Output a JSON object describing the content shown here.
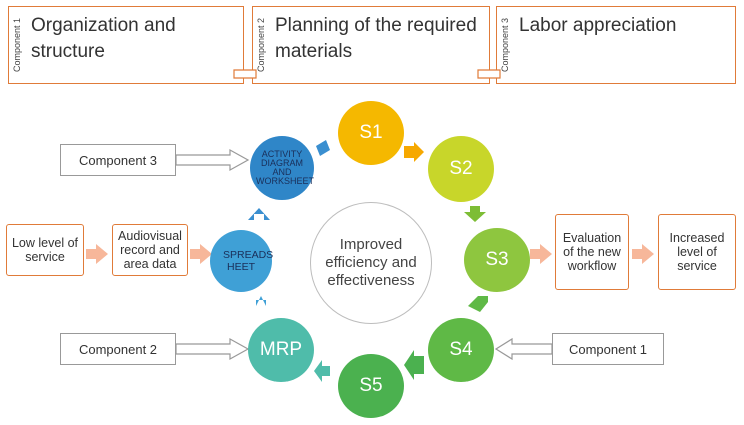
{
  "components_top": [
    {
      "tag": "Component 1",
      "title": "Organization and structure"
    },
    {
      "tag": "Component 2",
      "title": "Planning of the required materials"
    },
    {
      "tag": "Component 3",
      "title": "Labor appreciation"
    }
  ],
  "cycle": {
    "center": "Improved efficiency and effectiveness",
    "nodes": {
      "s1": "S1",
      "s2": "S2",
      "s3": "S3",
      "s4": "S4",
      "s5": "S5",
      "mrp": "MRP",
      "spreadsheet": "SPREADS HEET",
      "activity": "ACTIVITY DIAGRAM AND WORKSHEET"
    }
  },
  "left_flow": {
    "start": "Low level of service",
    "input": "Audiovisual record and area data"
  },
  "right_flow": {
    "evaluation": "Evaluation of the new workflow",
    "result": "Increased level of service"
  },
  "component_callouts": {
    "top_left": "Component 3",
    "bottom_left": "Component 2",
    "bottom_right": "Component 1"
  },
  "colors": {
    "orange_border": "#e07b39",
    "s1": "#f5b800",
    "s2": "#c8d62a",
    "s3": "#8ec63f",
    "s4": "#5fb946",
    "s5": "#4bb14f",
    "mrp": "#4fbcaa",
    "spreadsheet": "#3fa0d6",
    "activity": "#2f86c8",
    "arrow_orange": "#f6a800",
    "arrow_green": "#7dbd35",
    "arrow_blue": "#3a8fd0",
    "arrow_peach": "#f7b79a"
  }
}
